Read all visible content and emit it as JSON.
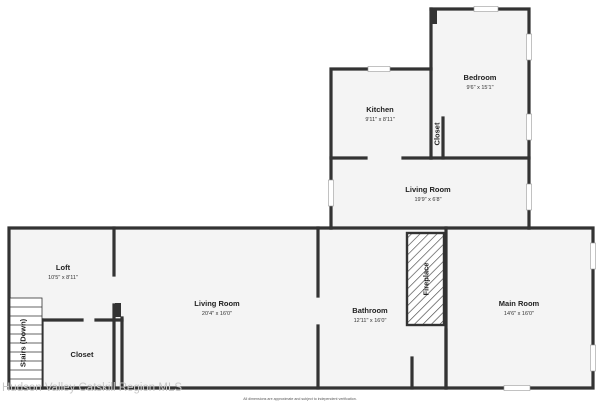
{
  "rooms": [
    {
      "name": "Bedroom",
      "dims": "9'6\" x 15'1\""
    },
    {
      "name": "Kitchen",
      "dims": "9'11\" x 8'11\""
    },
    {
      "name": "Closet"
    },
    {
      "name": "Living Room",
      "dims": "19'9\" x 6'8\""
    },
    {
      "name": "Loft",
      "dims": "10'5\" x 8'11\""
    },
    {
      "name": "Living Room",
      "dims": "20'4\" x 16'0\""
    },
    {
      "name": "Bathroom",
      "dims": "12'11\" x 16'0\""
    },
    {
      "name": "Fireplace"
    },
    {
      "name": "Main Room",
      "dims": "14'6\" x 16'0\""
    },
    {
      "name": "Stairs (Down)"
    },
    {
      "name": "Closet"
    }
  ],
  "watermark": "Hudson Valley Catskill Region MLS",
  "footer_note": "All dimensions are approximate and subject to independent verification.",
  "colors": {
    "wall": "#333333",
    "floor": "#f4f4f4",
    "window": "#ffffff",
    "fireplace_hatch": "#444444"
  }
}
